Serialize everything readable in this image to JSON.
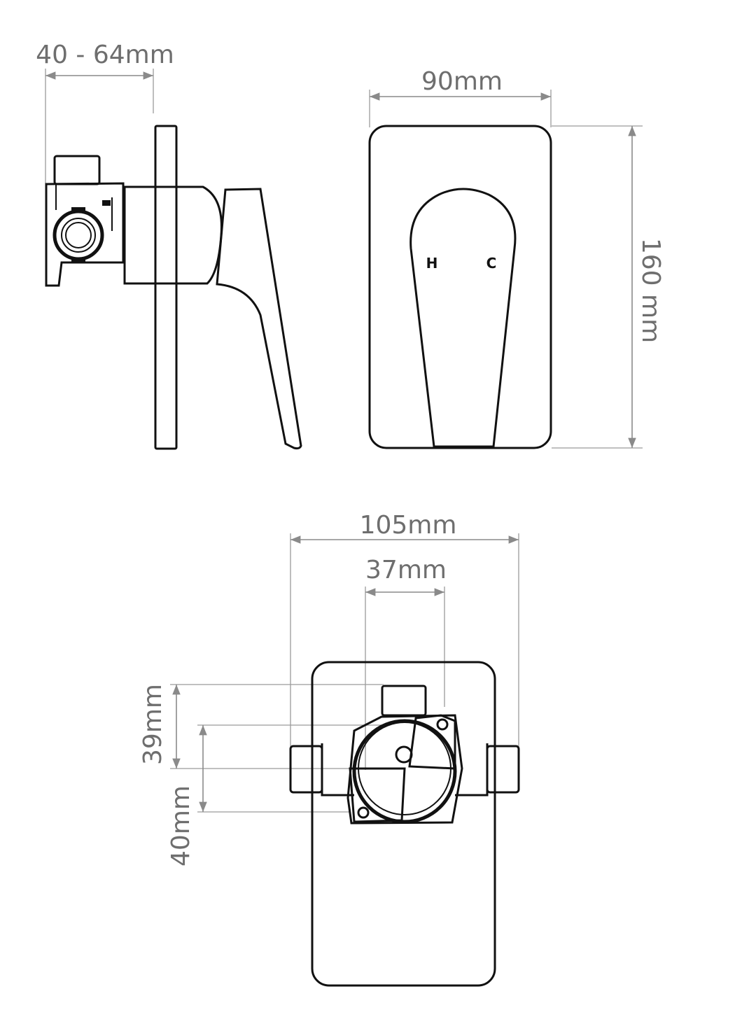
{
  "labels": {
    "side_depth": "40 - 64mm",
    "plate_width": "90mm",
    "plate_height": "160 mm",
    "hot": "H",
    "cold": "C",
    "body_width": "105mm",
    "inlet_spacing": "37mm",
    "outlet_upper": "39mm",
    "outlet_lower": "40mm"
  },
  "colors": {
    "outline": "#111111",
    "dimension": "#8a8a8a",
    "text": "#6e6e6e"
  }
}
